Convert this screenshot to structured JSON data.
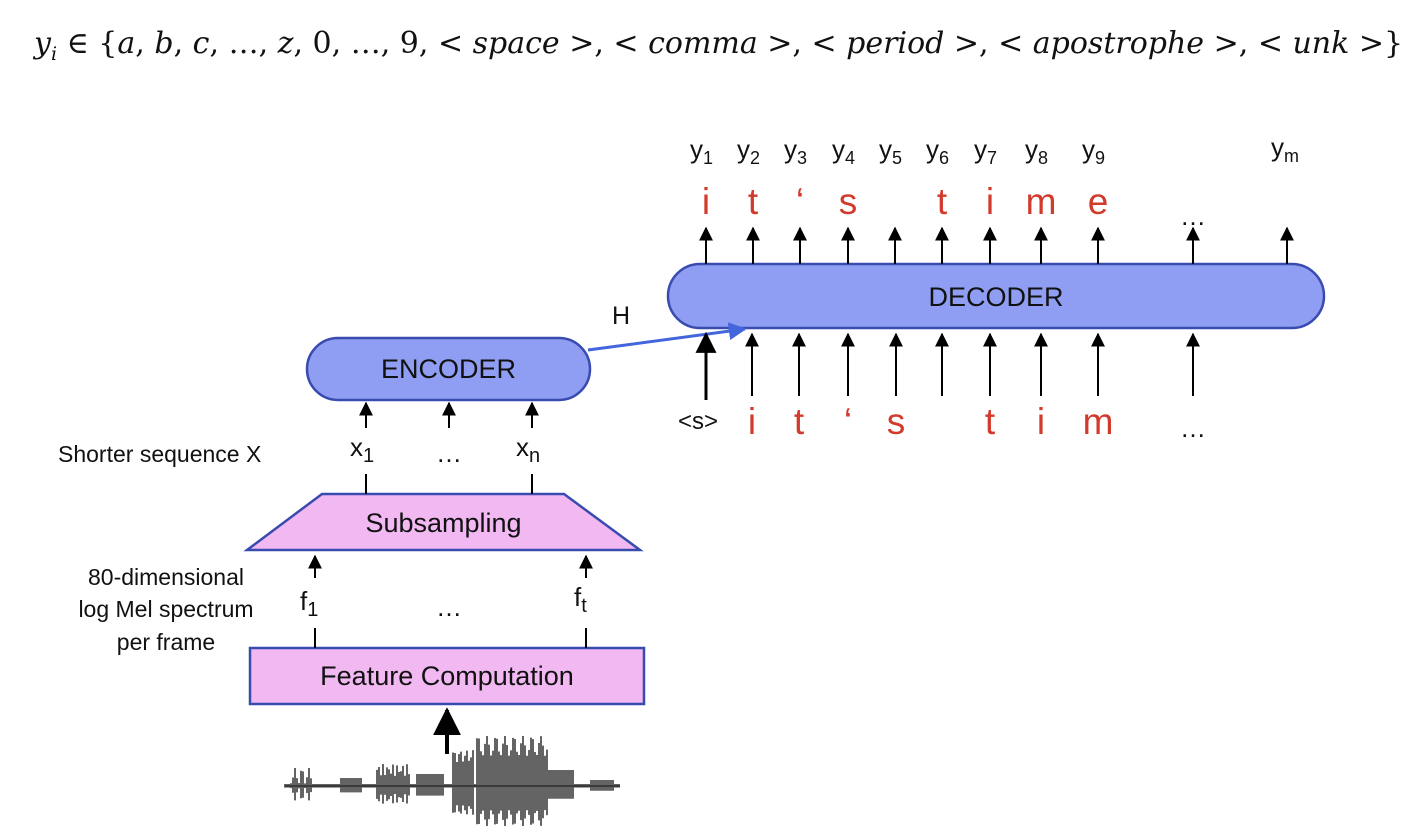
{
  "formula": {
    "lhs": "y",
    "lhs_sub": "i",
    "set_open": " ∈ {",
    "items": [
      "a",
      "b",
      "c",
      "…",
      "z",
      "0",
      "…",
      "9",
      "< space >",
      "< comma >",
      "< period >",
      "< apostrophe >",
      "< unk >"
    ],
    "set_close": "}"
  },
  "blocks": {
    "decoder": "DECODER",
    "encoder": "ENCODER",
    "subsampling": "Subsampling",
    "feature": "Feature Computation"
  },
  "labels": {
    "h": "H",
    "shorter_seq": "Shorter sequence X",
    "spectrum_line1": "80-dimensional",
    "spectrum_line2": "log Mel spectrum",
    "spectrum_line3": "per frame",
    "x1": "x",
    "x1_sub": "1",
    "xn": "x",
    "xn_sub": "n",
    "x_dots": "…",
    "f1": "f",
    "f1_sub": "1",
    "ft": "f",
    "ft_sub": "t",
    "f_dots": "…",
    "start_token": "<s>"
  },
  "outputs": {
    "y_labels": [
      {
        "base": "y",
        "sub": "1"
      },
      {
        "base": "y",
        "sub": "2"
      },
      {
        "base": "y",
        "sub": "3"
      },
      {
        "base": "y",
        "sub": "4"
      },
      {
        "base": "y",
        "sub": "5"
      },
      {
        "base": "y",
        "sub": "6"
      },
      {
        "base": "y",
        "sub": "7"
      },
      {
        "base": "y",
        "sub": "8"
      },
      {
        "base": "y",
        "sub": "9"
      },
      {
        "base": "y",
        "sub": "m"
      }
    ],
    "chars": [
      "i",
      "t",
      "‘",
      "s",
      "",
      "t",
      "i",
      "m",
      "e",
      "…",
      ""
    ]
  },
  "inputs": {
    "chars": [
      "i",
      "t",
      "‘",
      "s",
      "",
      "t",
      "i",
      "m",
      "…"
    ]
  },
  "colors": {
    "block_blue": "#8f9ef2",
    "block_pink": "#f1b8f2",
    "token_red": "#d23a2c"
  }
}
